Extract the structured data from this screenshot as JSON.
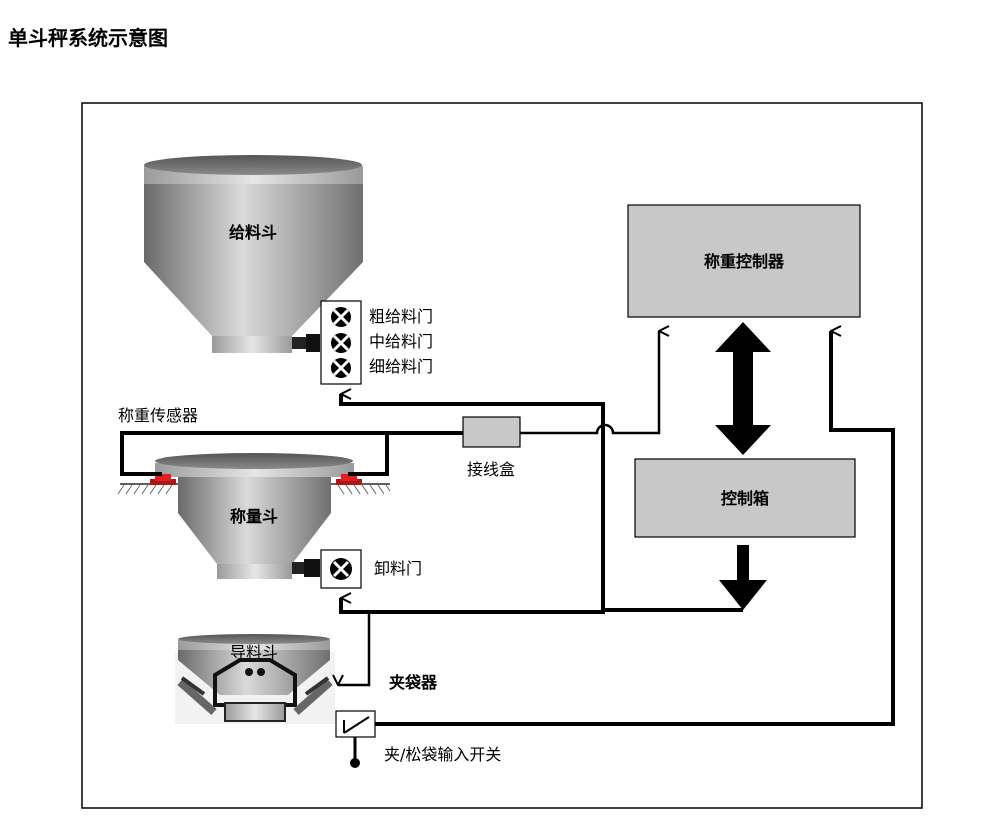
{
  "title": "单斗秤系统示意图",
  "labels": {
    "feed_hopper": "给料斗",
    "coarse_gate": "粗给料门",
    "medium_gate": "中给料门",
    "fine_gate": "细给料门",
    "load_cell": "称重传感器",
    "junction_box": "接线盒",
    "weigh_hopper": "称量斗",
    "discharge_gate": "卸料门",
    "guide_hopper": "导料斗",
    "bag_clamp": "夹袋器",
    "clamp_switch": "夹/松袋输入开关",
    "weighing_controller": "称重控制器",
    "control_box": "控制箱"
  },
  "colors": {
    "hopper_dark": "#6e6e6e",
    "hopper_light": "#d8d8d8",
    "box_fill": "#c8c8c8",
    "sensor_red": "#e02020",
    "line": "#000000"
  }
}
